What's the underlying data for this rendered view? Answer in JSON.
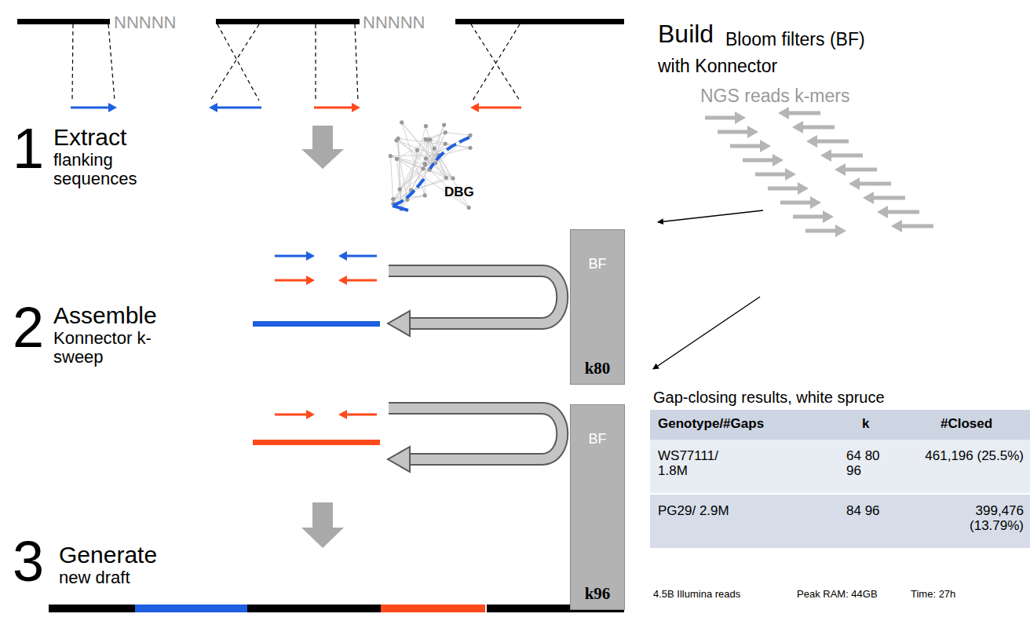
{
  "diagram": {
    "nodes": [
      {
        "text": [
          "BF",
          "k80"
        ]
      },
      {
        "text": [
          "BF",
          "k96"
        ]
      }
    ],
    "labels": [
      "NNNNN",
      "NNNNN",
      "1",
      "Extract",
      "flanking sequences",
      "2",
      "Assemble",
      "Konnector k-sweep",
      "3",
      "Generate",
      "new draft",
      "DBG",
      "Build",
      "Bloom filters (BF)",
      "with Konnector",
      "NGS reads k-mers",
      "Gap-closing results, white spruce",
      "Genotype/#Gaps",
      "k",
      "#Closed",
      "WS77111/ 1.8M",
      "64 80 96",
      "461,196 (25.5%)",
      "PG29/ 2.9M",
      "84 96",
      "399,476 (13.79%)",
      "4.5B Illumina reads",
      "Peak RAM: 44GB",
      "Time: 27h"
    ]
  }
}
